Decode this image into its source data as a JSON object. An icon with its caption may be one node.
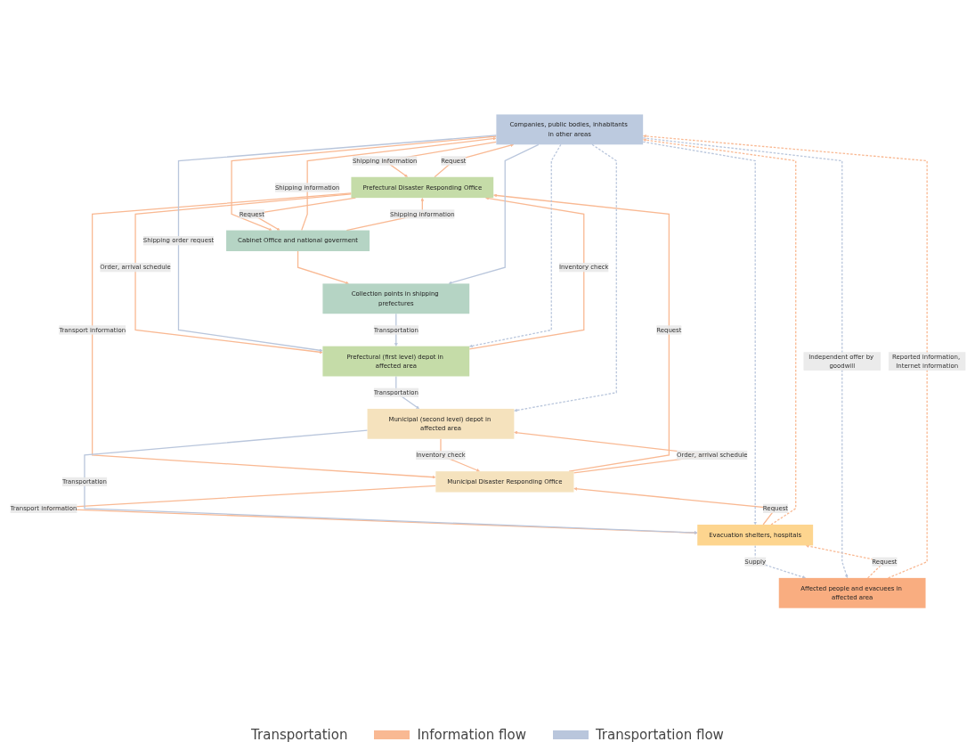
{
  "diagram": {
    "nodes": [
      {
        "text": [
          "Companies, public bodies, inhabitants in other areas"
        ]
      },
      {
        "text": [
          "Cabinet Office and national goverment"
        ]
      },
      {
        "text": [
          "Collection points in shipping prefectures"
        ]
      },
      {
        "text": [
          "Prefectural Disaster Responding Office"
        ]
      },
      {
        "text": [
          "Prefectural (first level) depot in affected area"
        ]
      },
      {
        "text": [
          "Municipal Disaster Responding Office"
        ]
      },
      {
        "text": [
          "Municipal (second level) depot in affected area"
        ]
      },
      {
        "text": [
          "Evacuation shelters, hospitals"
        ]
      },
      {
        "text": [
          "Affected people and evacuees in affected area"
        ]
      }
    ],
    "edges": [
      {
        "from": 0,
        "to": 3,
        "label": "Shipping information",
        "arrow": "to"
      },
      {
        "from": 3,
        "to": 0,
        "label": "Request",
        "arrow": "to"
      },
      {
        "from": 0,
        "to": 1,
        "arrow": "to"
      },
      {
        "from": 1,
        "to": 0,
        "label": "Shipping information",
        "arrow": "to"
      },
      {
        "from": 1,
        "to": 2,
        "arrow": "to"
      },
      {
        "from": 3,
        "to": 1,
        "label": "Request",
        "arrow": "to"
      },
      {
        "from": 1,
        "to": 3,
        "label": "Shipping information",
        "arrow": "to"
      },
      {
        "from": 4,
        "to": 3,
        "label": "Inventory check",
        "arrow": "to"
      },
      {
        "from": 3,
        "to": 4,
        "label": "Order, arrival schedule",
        "arrow": "to"
      },
      {
        "from": 5,
        "to": 3,
        "label": "Request",
        "arrow": "to"
      },
      {
        "from": 3,
        "to": 5,
        "label": "Transport information",
        "arrow": "to"
      },
      {
        "from": 6,
        "to": 5,
        "label": "Inventory check",
        "arrow": "to"
      },
      {
        "from": 5,
        "to": 6,
        "label": "Order, arrival schedule",
        "arrow": "to"
      },
      {
        "from": 7,
        "to": 5,
        "label": "Request",
        "arrow": "to"
      },
      {
        "from": 5,
        "to": 7,
        "label": "Transport information",
        "arrow": "to"
      },
      {
        "from": 8,
        "to": 7,
        "label": "Request",
        "arrow": "to",
        "style": "dashed"
      },
      {
        "from": 8,
        "to": 0,
        "label": "Reported information, Internet information",
        "arrow": "to",
        "style": "dashed"
      },
      {
        "from": 7,
        "to": 0,
        "arrow": "to",
        "style": "dashed"
      },
      {
        "from": 0,
        "to": 4,
        "label": "Shipping order request",
        "arrow": "to",
        "color": "#b9c6dc"
      },
      {
        "from": 0,
        "to": 2,
        "arrow": "to",
        "color": "#b9c6dc"
      },
      {
        "from": 2,
        "to": 4,
        "label": "Transportation",
        "arrow": "to",
        "color": "#b9c6dc"
      },
      {
        "from": 4,
        "to": 6,
        "label": "Transportation",
        "arrow": "to",
        "color": "#b9c6dc"
      },
      {
        "from": 6,
        "to": 7,
        "label": "Transportation",
        "arrow": "to",
        "color": "#b9c6dc"
      },
      {
        "from": 7,
        "to": 8,
        "label": "Supply",
        "arrow": "to",
        "style": "dashed",
        "color": "#b9c6dc"
      },
      {
        "from": 0,
        "to": 8,
        "label": "Independent offer by goodwill",
        "arrow": "to",
        "style": "dashed",
        "color": "#b9c6dc"
      },
      {
        "from": 0,
        "to": 4,
        "arrow": "to",
        "style": "dashed",
        "color": "#b9c6dc"
      },
      {
        "from": 0,
        "to": 6,
        "arrow": "to",
        "style": "dashed",
        "color": "#b9c6dc"
      },
      {
        "from": 0,
        "to": 7,
        "arrow": "to",
        "style": "dashed",
        "color": "#b9c6dc"
      }
    ],
    "labels": [
      "Transportation"
    ],
    "legend": [
      {
        "text": "Information flow",
        "color": "#f9b993"
      },
      {
        "text": "Transportation flow",
        "color": "#b9c6dc"
      }
    ]
  }
}
